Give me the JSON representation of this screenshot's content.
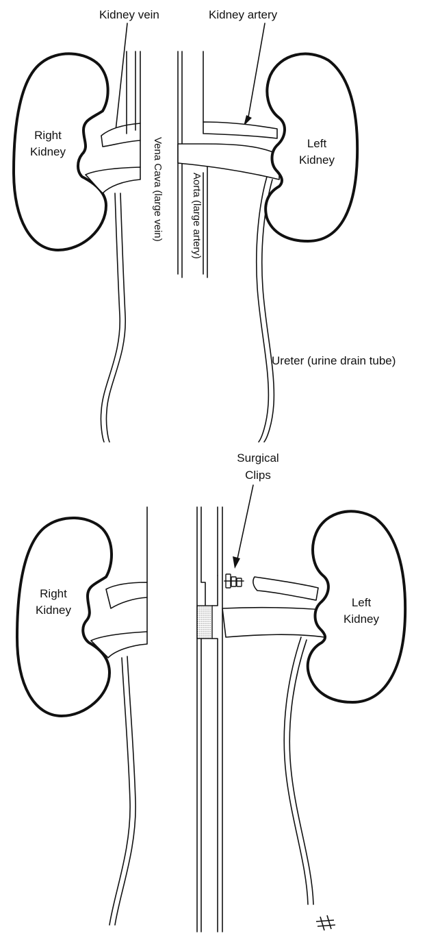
{
  "top": {
    "label_kidney_vein": "Kidney vein",
    "label_kidney_artery": "Kidney artery",
    "label_right_kidney": [
      "Right",
      "Kidney"
    ],
    "label_left_kidney": [
      "Left",
      "Kidney"
    ],
    "label_vena_cava": "Vena Cava (large vein)",
    "label_aorta": "Aorta (large artery)",
    "label_ureter": "Ureter (urine drain tube)"
  },
  "bottom": {
    "label_surgical_clips": [
      "Surgical",
      "Clips"
    ],
    "label_right_kidney": [
      "Right",
      "Kidney"
    ],
    "label_left_kidney": [
      "Left",
      "Kidney"
    ]
  },
  "logo": "logo-mark"
}
